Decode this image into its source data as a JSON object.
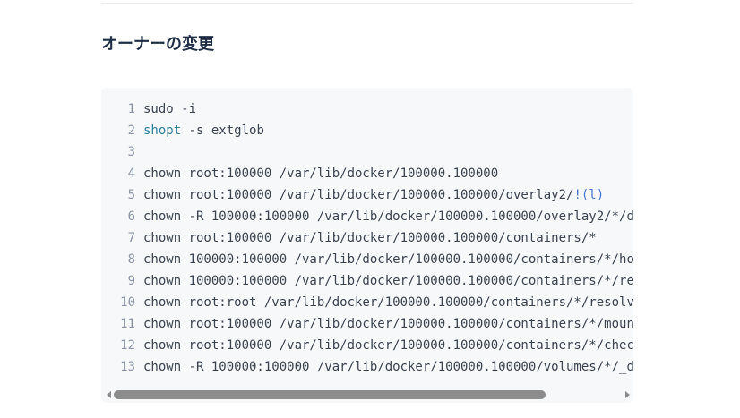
{
  "page": {
    "background_color": "#ffffff"
  },
  "section": {
    "heading": "オーナーの変更"
  },
  "colors": {
    "heading": "#1f2e44",
    "divider": "#e8eaec",
    "code_background": "#f7f8fa",
    "code_text": "#3a4350",
    "line_number": "#8b95a5",
    "builtin": "#2d7f9d",
    "glob_pattern": "#4a77d0",
    "scrollbar": "#8c8c8c"
  },
  "code_block": {
    "lines": [
      {
        "number": "1",
        "segments": [
          {
            "type": "plain",
            "text": "sudo -i"
          }
        ]
      },
      {
        "number": "2",
        "segments": [
          {
            "type": "builtin",
            "text": "shopt"
          },
          {
            "type": "plain",
            "text": " -s extglob"
          }
        ]
      },
      {
        "number": "3",
        "segments": []
      },
      {
        "number": "4",
        "segments": [
          {
            "type": "plain",
            "text": "chown root:100000 /var/lib/docker/100000.100000"
          }
        ]
      },
      {
        "number": "5",
        "segments": [
          {
            "type": "plain",
            "text": "chown root:100000 /var/lib/docker/100000.100000/overlay2/"
          },
          {
            "type": "pattern",
            "text": "!(l)"
          }
        ]
      },
      {
        "number": "6",
        "segments": [
          {
            "type": "plain",
            "text": "chown -R 100000:100000 /var/lib/docker/100000.100000/overlay2/*/d"
          }
        ]
      },
      {
        "number": "7",
        "segments": [
          {
            "type": "plain",
            "text": "chown root:100000 /var/lib/docker/100000.100000/containers/*"
          }
        ]
      },
      {
        "number": "8",
        "segments": [
          {
            "type": "plain",
            "text": "chown 100000:100000 /var/lib/docker/100000.100000/containers/*/ho"
          }
        ]
      },
      {
        "number": "9",
        "segments": [
          {
            "type": "plain",
            "text": "chown 100000:100000 /var/lib/docker/100000.100000/containers/*/re"
          }
        ]
      },
      {
        "number": "10",
        "segments": [
          {
            "type": "plain",
            "text": "chown root:root /var/lib/docker/100000.100000/containers/*/resolv"
          }
        ]
      },
      {
        "number": "11",
        "segments": [
          {
            "type": "plain",
            "text": "chown root:100000 /var/lib/docker/100000.100000/containers/*/moun"
          }
        ]
      },
      {
        "number": "12",
        "segments": [
          {
            "type": "plain",
            "text": "chown root:100000 /var/lib/docker/100000.100000/containers/*/chec"
          }
        ]
      },
      {
        "number": "13",
        "segments": [
          {
            "type": "plain",
            "text": "chown -R 100000:100000 /var/lib/docker/100000.100000/volumes/*/_d"
          }
        ]
      }
    ]
  }
}
